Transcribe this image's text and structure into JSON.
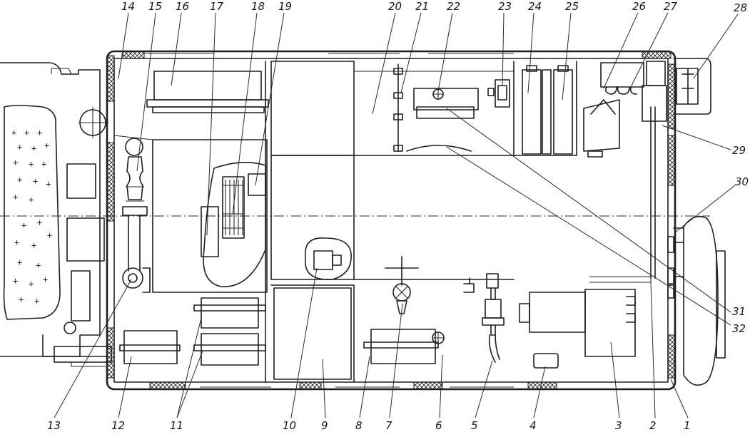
{
  "callouts": {
    "c1": "1",
    "c2": "2",
    "c3": "3",
    "c4": "4",
    "c5": "5",
    "c6": "6",
    "c7": "7",
    "c8": "8",
    "c9": "9",
    "c10": "10",
    "c11": "11",
    "c12": "12",
    "c13": "13",
    "c14": "14",
    "c15": "15",
    "c16": "16",
    "c17": "17",
    "c18": "18",
    "c19": "19",
    "c20": "20",
    "c21": "21",
    "c22": "22",
    "c23": "23",
    "c24": "24",
    "c25": "25",
    "c26": "26",
    "c27": "27",
    "c28": "28",
    "c29": "29",
    "c30": "30",
    "c31": "31",
    "c32": "32"
  },
  "cab_marks": "+",
  "colors": {
    "ink": "#1e1e1e",
    "paper": "#ffffff"
  }
}
